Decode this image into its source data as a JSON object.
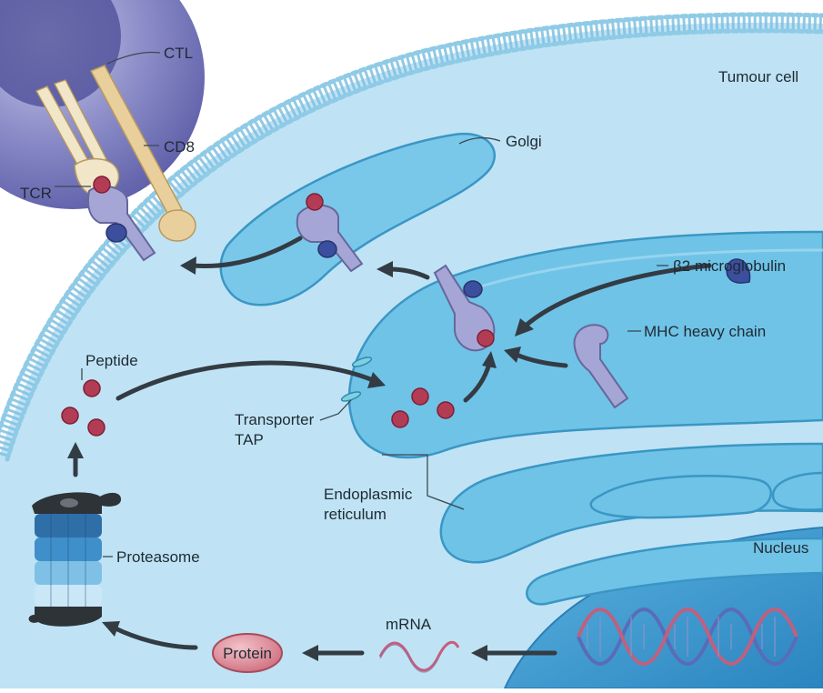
{
  "labels": {
    "ctl": "CTL",
    "cd8": "CD8",
    "tcr": "TCR",
    "tumour_cell": "Tumour cell",
    "golgi": "Golgi",
    "beta2": "β2 microglobulin",
    "mhc_heavy_chain": "MHC heavy chain",
    "peptide": "Peptide",
    "transporter_line1": "Transporter",
    "transporter_line2": "TAP",
    "er_line1": "Endoplasmic",
    "er_line2": "reticulum",
    "proteasome": "Proteasome",
    "nucleus": "Nucleus",
    "mrna": "mRNA",
    "protein": "Protein"
  },
  "colors": {
    "cytoplasm": "#bfe3f4",
    "membrane_head": "#8fcbe6",
    "ctl_cell": "#5d5ea8",
    "er": "#6fc3e6",
    "nucleus": "#3f9fd4",
    "mhc": "#a6a6d6",
    "beta2": "#3c4f9e",
    "peptide": "#b33c55",
    "cd8": "#e9cf9c",
    "protein": "#d98a96",
    "arrow": "#333b43"
  }
}
